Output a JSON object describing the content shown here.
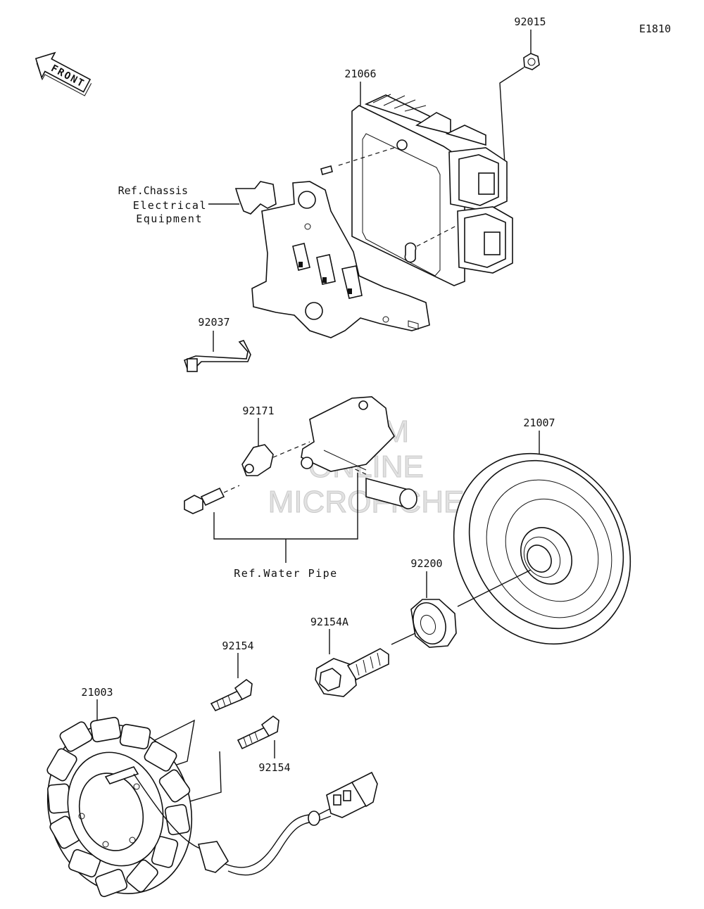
{
  "diagram_code": "E1810",
  "front_label": "FRONT",
  "watermark": [
    "HLSM",
    "ONLINE",
    "MICROFICHE"
  ],
  "refs": {
    "chassis": [
      "Ref.Chassis",
      "Electrical",
      "Equipment"
    ],
    "water_pipe": "Ref.Water Pipe"
  },
  "parts": {
    "p92015": "92015",
    "p21066": "21066",
    "p92037": "92037",
    "p92171": "92171",
    "p21007": "21007",
    "p92200": "92200",
    "p92154A": "92154A",
    "p92154_upper": "92154",
    "p21003": "21003",
    "p92154_lower": "92154"
  }
}
